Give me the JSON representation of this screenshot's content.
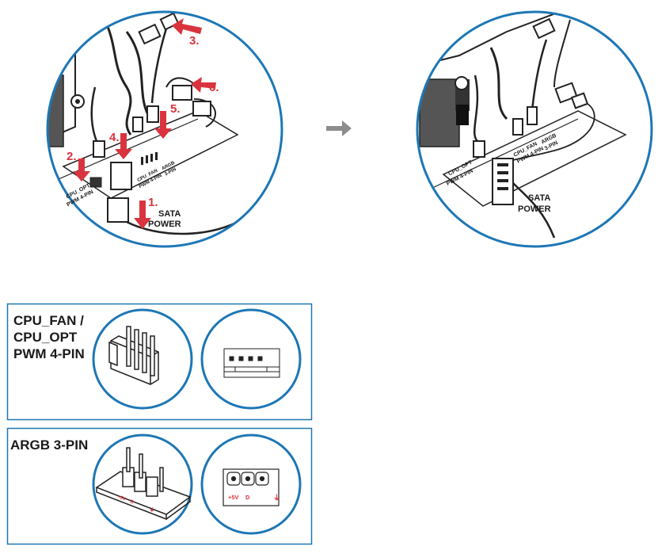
{
  "left_view": {
    "steps": [
      {
        "number": "1.",
        "text_lines": [
          "SATA",
          "POWER"
        ]
      },
      {
        "number": "2."
      },
      {
        "number": "3."
      },
      {
        "number": "4."
      },
      {
        "number": "5."
      },
      {
        "number": "6."
      }
    ],
    "silk_cpu_opt": [
      "CPU_OPT",
      "PWM 4-PIN"
    ],
    "silk_cpu_fan": [
      "CPU_FAN",
      "PWM 4-PIN"
    ],
    "silk_argb": [
      "ARGB",
      "3-PIN"
    ]
  },
  "right_view": {
    "silk_cpu_opt": [
      "CPU_OPT",
      "PWM 4-PIN"
    ],
    "silk_cpu_fan": [
      "CPU_FAN",
      "PWM 4-PIN"
    ],
    "silk_argb": [
      "ARGB",
      "3-PIN"
    ],
    "sata_lines": [
      "SATA",
      "POWER"
    ]
  },
  "connectors": {
    "pwm": {
      "title_lines": [
        "CPU_FAN /",
        "CPU_OPT",
        "PWM 4-PIN"
      ]
    },
    "argb": {
      "title": "ARGB 3-PIN",
      "pin_labels": [
        "+5V",
        "D",
        "⏚"
      ]
    }
  },
  "colors": {
    "accent_red": "#d9343e",
    "circle_blue": "#1d77b5",
    "ink": "#1a1a1a",
    "arrow_gray": "#8c8c8c"
  }
}
